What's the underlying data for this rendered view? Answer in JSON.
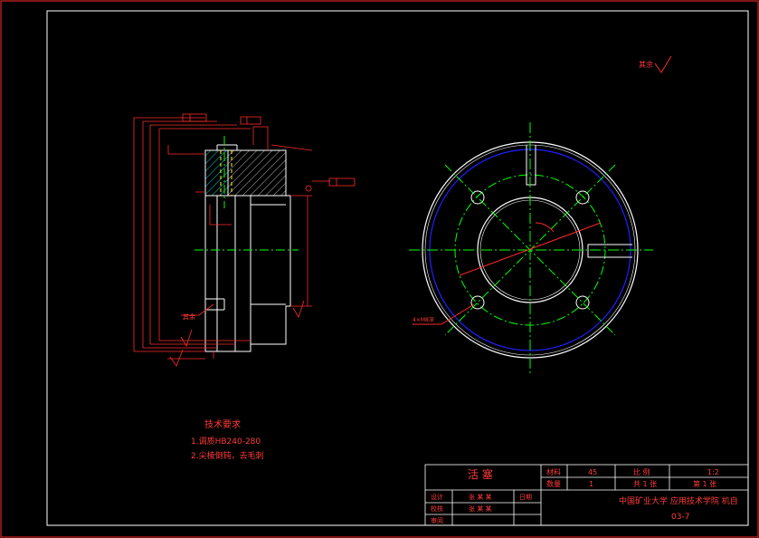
{
  "colors": {
    "background": "#000000",
    "frame": "#ff2a2a",
    "outline": "#ffffff",
    "dimension": "#ff2a2a",
    "centerline": "#00ff00",
    "hatch": "#00c8c8",
    "hidden": "#2020ff",
    "leader": "#ff2a2a",
    "dash": "#ffff00"
  },
  "notes": {
    "heading": "技术要求",
    "line1": "1.调质HB240-280",
    "line2": "2.尖棱倒钝，去毛刺"
  },
  "roughness_symbol_label": "其余",
  "left_annotation": "其余",
  "right_leader_label": "4×M8深",
  "title_block": {
    "part_name": "活 塞",
    "material_label": "材料",
    "material_value": "45",
    "scale_label": "比 例",
    "scale_value": "1:2",
    "qty_label": "数量",
    "qty_value": "1",
    "sheet_total": "共 1 张",
    "sheet_index": "第 1 张",
    "row1_label": "设计",
    "row1_name": "张 某 某",
    "row1_date_label": "日期",
    "row2_label": "校核",
    "row2_name": "张 某 某",
    "row3_label": "审阅",
    "school_line1": "中国矿业大学 应用技术学院 机自",
    "school_line2": "03-7"
  }
}
